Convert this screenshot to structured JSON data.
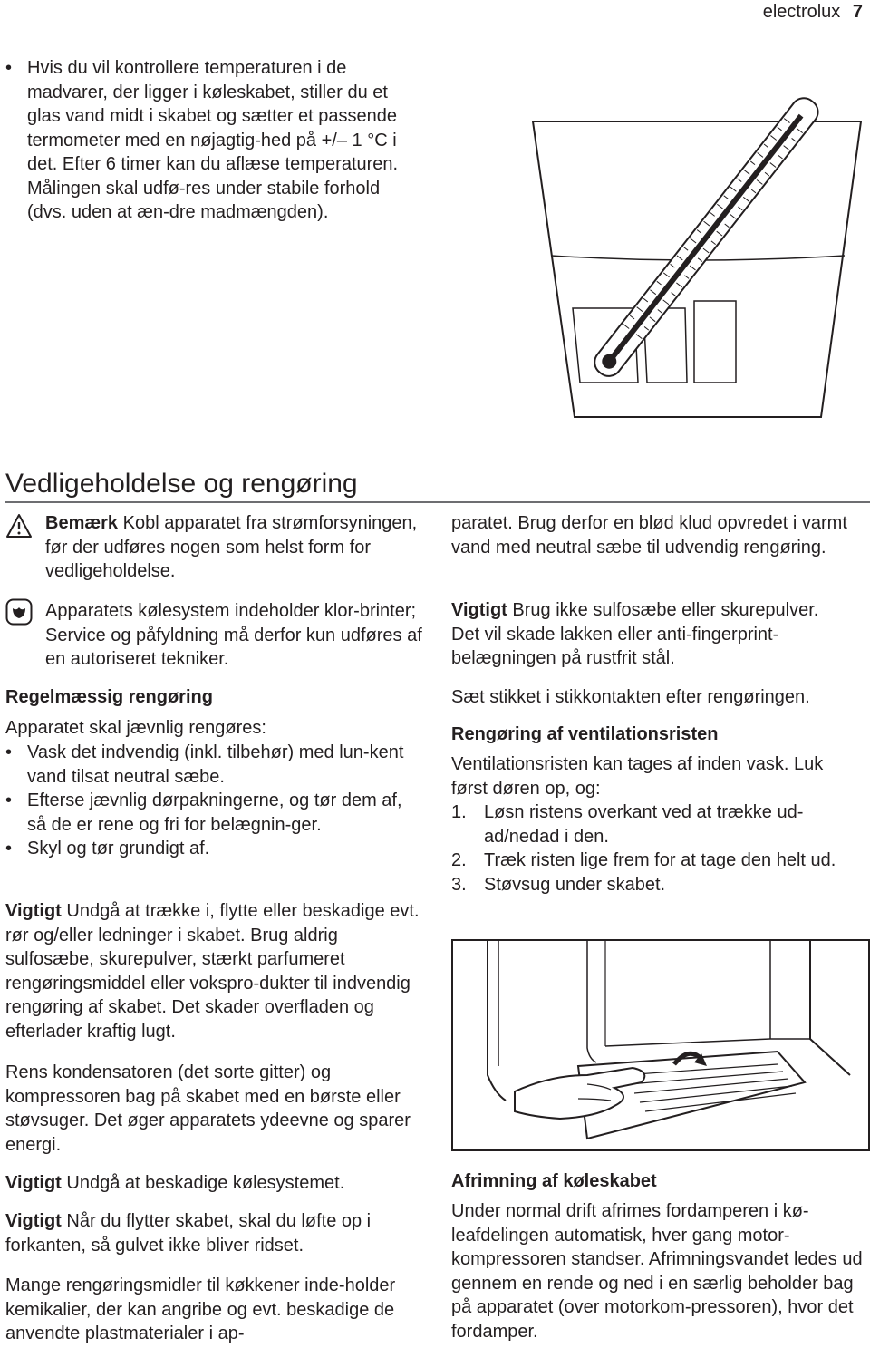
{
  "header": {
    "brand": "electrolux",
    "page_number": "7"
  },
  "intro_bullet": "Hvis du vil kontrollere temperaturen i de madvarer, der ligger i køleskabet, stiller du et glas vand midt i skabet og sætter et passende termometer med en nøjagtig-hed på +/– 1 °C i det. Efter 6 timer kan du aflæse temperaturen. Målingen skal udfø-res under stabile forhold (dvs. uden at æn-dre madmængden).",
  "section_title": "Vedligeholdelse og rengøring",
  "warning": {
    "label": "Bemærk",
    "text": "Kobl apparatet fra strømforsyningen, før der udføres nogen som helst form for vedligeholdelse."
  },
  "env_note": "Apparatets kølesystem indeholder klor-brinter; Service og påfyldning må derfor kun udføres af en autoriseret tekniker.",
  "regular": {
    "title": "Regelmæssig rengøring",
    "intro": "Apparatet skal jævnlig rengøres:",
    "bullets": [
      "Vask det indvendig (inkl. tilbehør) med lun-kent vand tilsat neutral sæbe.",
      "Efterse jævnlig dørpakningerne, og tør dem af, så de er rene og fri for belægnin-ger.",
      "Skyl og tør grundigt af."
    ]
  },
  "important1": {
    "label": "Vigtigt",
    "text": "Undgå at trække i, flytte eller beskadige evt. rør og/eller ledninger i skabet. Brug aldrig sulfosæbe, skurepulver, stærkt parfumeret rengøringsmiddel eller vokspro-dukter til indvendig rengøring af skabet. Det skader overfladen og efterlader kraftig lugt."
  },
  "condenser": "Rens kondensatoren (det sorte gitter) og kompressoren bag på skabet med en børste eller støvsuger. Det øger apparatets ydeevne og sparer energi.",
  "important2": {
    "label": "Vigtigt",
    "text": "Undgå at beskadige kølesystemet."
  },
  "important3": {
    "label": "Vigtigt",
    "text": "Når du flytter skabet, skal du løfte op i forkanten, så gulvet ikke bliver ridset."
  },
  "chemicals": "Mange rengøringsmidler til køkkener inde-holder kemikalier, der kan angribe og evt. beskadige de anvendte plastmaterialer i ap-",
  "right_cont": "paratet. Brug derfor en blød klud opvredet i varmt vand med neutral sæbe til udvendig rengøring.",
  "important4": {
    "label": "Vigtigt",
    "text": "Brug ikke sulfosæbe eller skurepulver. Det vil skade lakken eller anti-fingerprint-belægningen på rustfrit stål."
  },
  "plug_in": "Sæt stikket i stikkontakten efter rengøringen.",
  "vent": {
    "title": "Rengøring af ventilationsristen",
    "intro": "Ventilationsristen kan tages af inden vask. Luk først døren op, og:",
    "steps": [
      {
        "n": "1.",
        "text": "Løsn ristens overkant ved at trække ud-ad/nedad i den."
      },
      {
        "n": "2.",
        "text": "Træk risten lige frem for at tage den helt ud."
      },
      {
        "n": "3.",
        "text": "Støvsug under skabet."
      }
    ]
  },
  "defrost": {
    "title": "Afrimning af køleskabet",
    "text": "Under normal drift afrimes fordamperen i kø-leafdelingen automatisk, hver gang motor-kompressoren standser. Afrimningsvandet ledes ud gennem en rende og ned i en særlig beholder bag på apparatet (over motorkom-pressoren), hvor det fordamper."
  }
}
